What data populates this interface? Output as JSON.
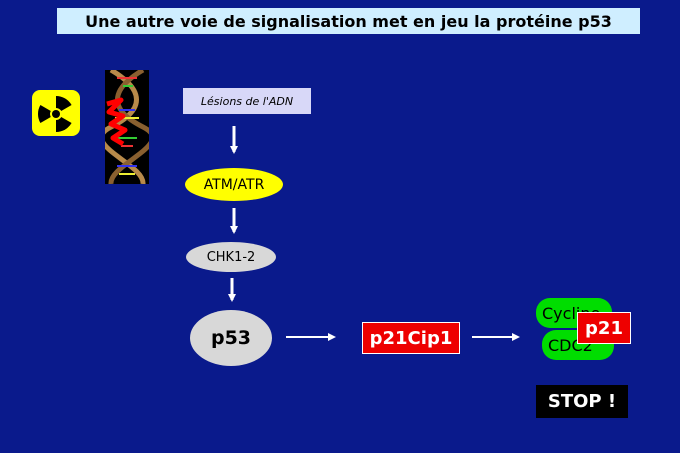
{
  "title": "Une autre voie de signalisation met en jeu la protéine p53",
  "nodes": {
    "lesions": "Lésions de l'ADN",
    "atm_atr": "ATM/ATR",
    "chk": "CHK1-2",
    "p53": "p53",
    "p21cip1": "p21Cip1",
    "cycline": "Cycline",
    "cdc2": "CDC2",
    "p21": "p21",
    "stop": "STOP !"
  },
  "icons": {
    "radiation": "radiation-hazard-icon",
    "dna": "dna-double-helix-icon"
  },
  "colors": {
    "background": "#0a1a8c",
    "title_bg": "#cfeeff",
    "atm": "#ffff00",
    "grey": "#d8d8d8",
    "red": "#ee0000",
    "green": "#00dd00"
  }
}
